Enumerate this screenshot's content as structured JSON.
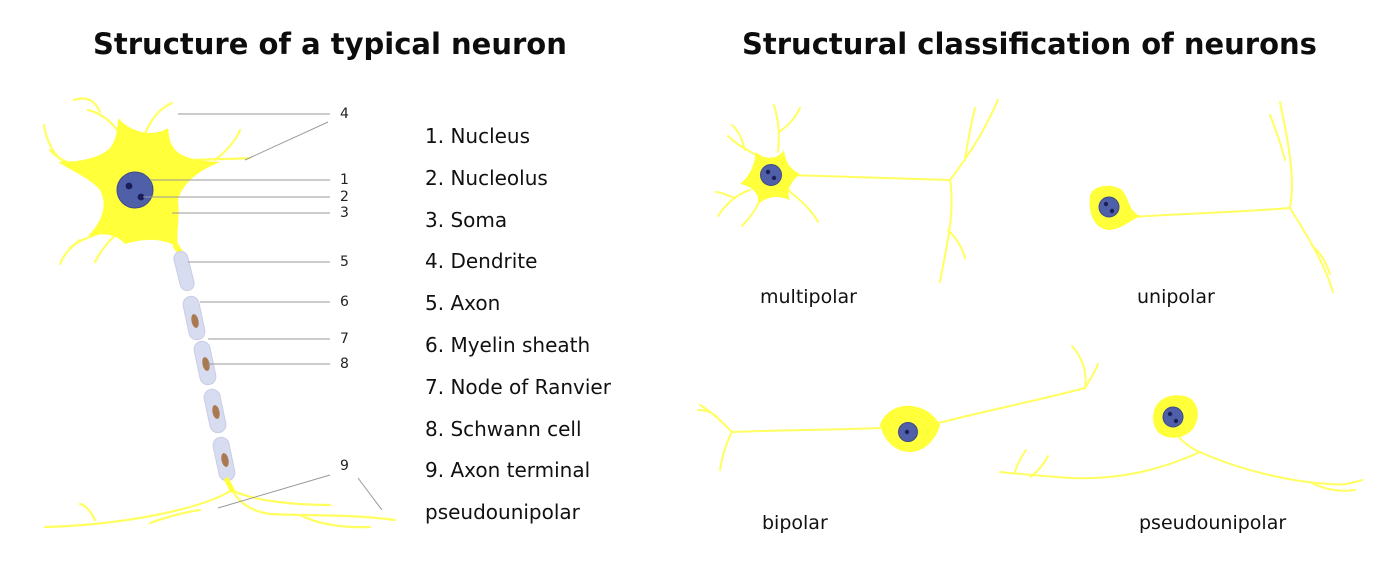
{
  "titles": {
    "left": "Structure of a typical neuron",
    "right": "Structural classification of neurons"
  },
  "callout_numbers": [
    "1",
    "2",
    "3",
    "4",
    "5",
    "6",
    "7",
    "8",
    "9"
  ],
  "legend": [
    "1. Nucleus",
    "2. Nucleolus",
    "3. Soma",
    "4. Dendrite",
    "5. Axon",
    "6. Myelin sheath",
    "7. Node of Ranvier",
    "8. Schwann cell",
    "9. Axon terminal",
    "pseudounipolar"
  ],
  "neuron_types": {
    "multipolar": "multipolar",
    "unipolar": "unipolar",
    "bipolar": "bipolar",
    "pseudounipolar": "pseudounipolar"
  },
  "colors": {
    "cell_body": "#ffff3a",
    "dendrite": "#ffff60",
    "nucleus": "#4f5fa8",
    "nucleolus": "#1a1f5a",
    "myelin": "#d8dcf0",
    "schwann_nucleus": "#a97a52",
    "leader_line": "#999999"
  }
}
